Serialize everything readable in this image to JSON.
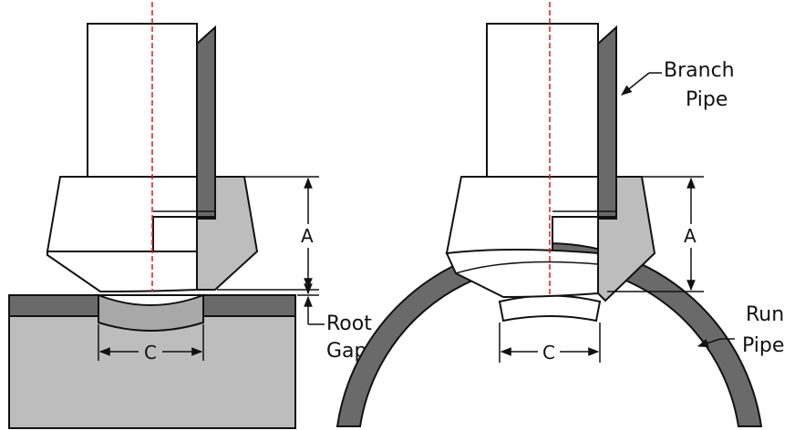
{
  "labels": {
    "dimension_a": "A",
    "dimension_c": "C",
    "root": "Root",
    "gap": "Gap",
    "branch": "Branch",
    "branch_pipe": "Pipe",
    "run": "Run",
    "run_pipe": "Pipe"
  },
  "colors": {
    "outline": "#111111",
    "pipe_section": "#6a6a6a",
    "cutaway_light": "#bdbdbd",
    "weld_fill": "#a8a8a8",
    "centerline": "#e0191e"
  }
}
